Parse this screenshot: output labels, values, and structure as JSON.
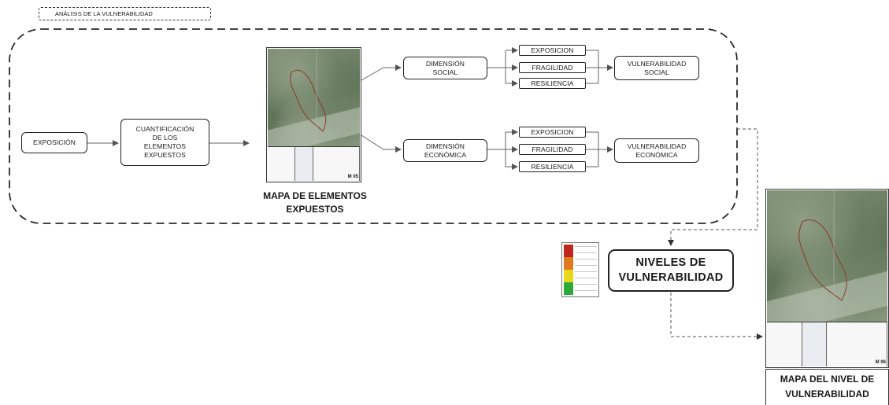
{
  "header": {
    "title": "ANÁLISIS DE LA VULNERABILIDAD"
  },
  "nodes": {
    "exposicion": "EXPOSICIÓN",
    "cuantificacion": "CUANTIFICACIÓN\nDE LOS\nELEMENTOS\nEXPUESTOS",
    "dim_social": "DIMENSIÓN\nSOCIAL",
    "dim_economica": "DIMENSIÓN\nECONÓMICA",
    "social_factors": [
      "EXPOSICION",
      "FRAGILIDAD",
      "RESILIENCIA"
    ],
    "economica_factors": [
      "EXPOSICION",
      "FRAGILIDAD",
      "RESILIENCIA"
    ],
    "vuln_social": "VULNERABILIDAD\nSOCIAL",
    "vuln_economica": "VULNERABILIDAD\nECONÓMICA",
    "niveles": "NIVELES DE\nVULNERABILIDAD"
  },
  "maps": {
    "elementos_label": "MAPA DE ELEMENTOS\nEXPUESTOS",
    "elementos_number": "M 05",
    "nivel_label": "MAPA DEL NIVEL DE\nVULNERABILIDAD",
    "nivel_number": "M 06"
  },
  "scale": {
    "colors": [
      "#c0281f",
      "#e07a1f",
      "#e8d81c",
      "#2fa83a"
    ]
  }
}
